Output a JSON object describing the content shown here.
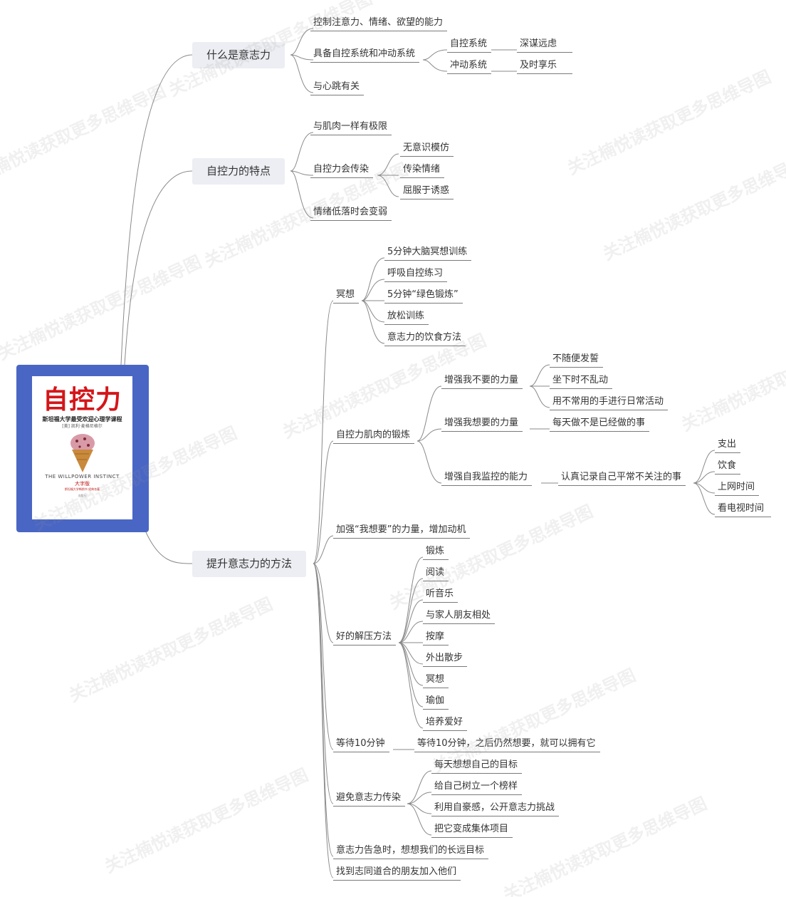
{
  "root": {
    "cover_title": "自控力",
    "cover_subtitle": "斯坦福大学最受欢迎心理学课程",
    "cover_author": "[美] 凯利·麦格尼格尔",
    "cover_english": "THE WILLPOWER INSTINCT",
    "cover_badge": "大字版",
    "cover_note": "斯坦福大学畅销书 经典名著",
    "cover_publisher": "出版社"
  },
  "watermark": "关注楠悦读获取更多思维导图",
  "branches": {
    "b1": {
      "label": "什么是意志力",
      "c1": "控制注意力、情绪、欲望的能力",
      "c2": "具备自控系统和冲动系统",
      "c2a": "自控系统",
      "c2a1": "深谋远虑",
      "c2b": "冲动系统",
      "c2b1": "及时享乐",
      "c3": "与心跳有关"
    },
    "b2": {
      "label": "自控力的特点",
      "c1": "与肌肉一样有极限",
      "c2": "自控力会传染",
      "c2a": "无意识模仿",
      "c2b": "传染情绪",
      "c2c": "屈服于诱惑",
      "c3": "情绪低落时会变弱"
    },
    "b3": {
      "label": "提升意志力的方法",
      "m": "冥想",
      "m1": "5分钟大脑冥想训练",
      "m2": "呼吸自控练习",
      "m3": "5分钟“绿色锻炼”",
      "m4": "放松训练",
      "m5": "意志力的饮食方法",
      "e": "自控力肌肉的锻炼",
      "e1": "增强我不要的力量",
      "e1a": "不随便发誓",
      "e1b": "坐下时不乱动",
      "e1c": "用不常用的手进行日常活动",
      "e2": "增强我想要的力量",
      "e2a": "每天做不是已经做的事",
      "e3": "增强自我监控的能力",
      "e3a": "认真记录自己平常不关注的事",
      "e3a1": "支出",
      "e3a2": "饮食",
      "e3a3": "上网时间",
      "e3a4": "看电视时间",
      "w": "加强“我想要”的力量，增加动机",
      "r": "好的解压方法",
      "r1": "锻炼",
      "r2": "阅读",
      "r3": "听音乐",
      "r4": "与家人朋友相处",
      "r5": "按摩",
      "r6": "外出散步",
      "r7": "冥想",
      "r8": "瑜伽",
      "r9": "培养爱好",
      "t": "等待10分钟",
      "t1": "等待10分钟，之后仍然想要，就可以拥有它",
      "a": "避免意志力传染",
      "a1": "每天想想自己的目标",
      "a2": "给自己树立一个榜样",
      "a3": "利用自豪感，公开意志力挑战",
      "a4": "把它变成集体项目",
      "g": "意志力告急时，想想我们的长远目标",
      "f": "找到志同道合的朋友加入他们"
    }
  }
}
